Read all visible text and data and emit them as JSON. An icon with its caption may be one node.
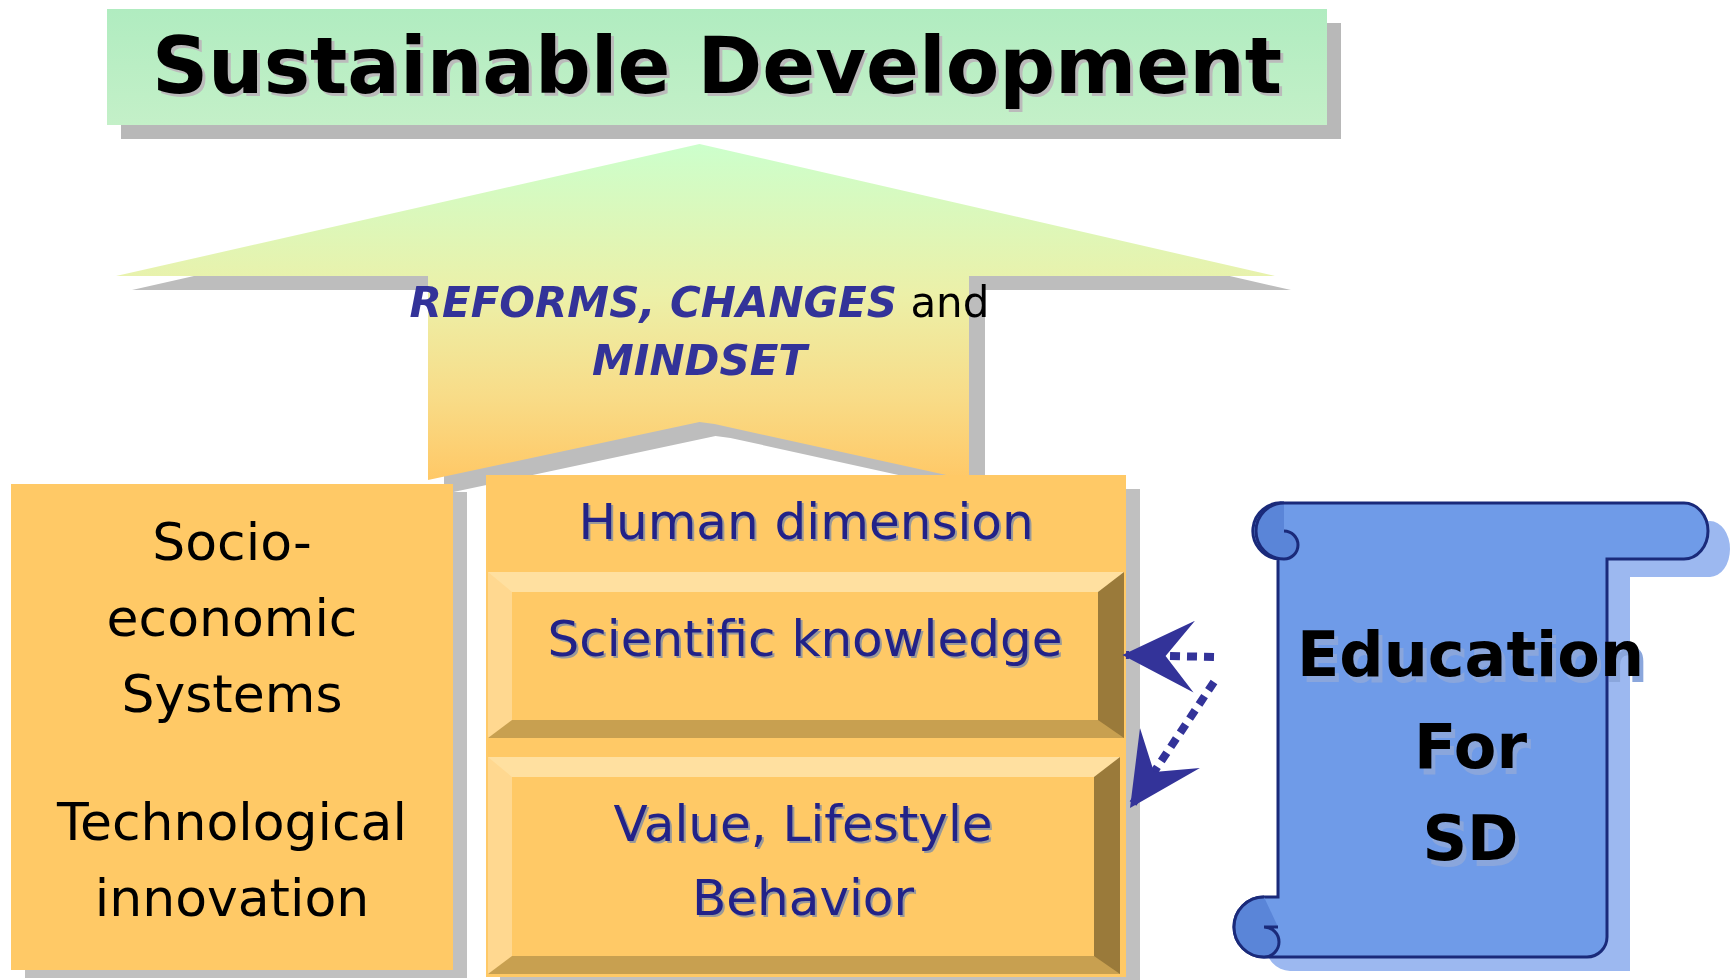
{
  "diagram": {
    "nodes": [
      {
        "text": [
          "Sustainable Development"
        ]
      },
      {
        "text": [
          "*REFORMS, CHANGES* and *MINDSET*"
        ]
      },
      {
        "text": [
          "Socio-economic Systems",
          "Technological innovation"
        ]
      },
      {
        "text": [
          "Human dimension"
        ]
      },
      {
        "text": [
          "Scientific knowledge"
        ],
        "in": 3
      },
      {
        "text": [
          "Value, Lifestyle Behavior"
        ],
        "in": 3
      },
      {
        "text": [
          "Education For SD"
        ]
      }
    ],
    "edges": [
      {
        "from": 6,
        "to": 4,
        "arrow": "to",
        "style": "dashed",
        "color": "#333399"
      },
      {
        "from": 6,
        "to": 5,
        "arrow": "to",
        "style": "dashed",
        "color": "#333399"
      }
    ]
  }
}
